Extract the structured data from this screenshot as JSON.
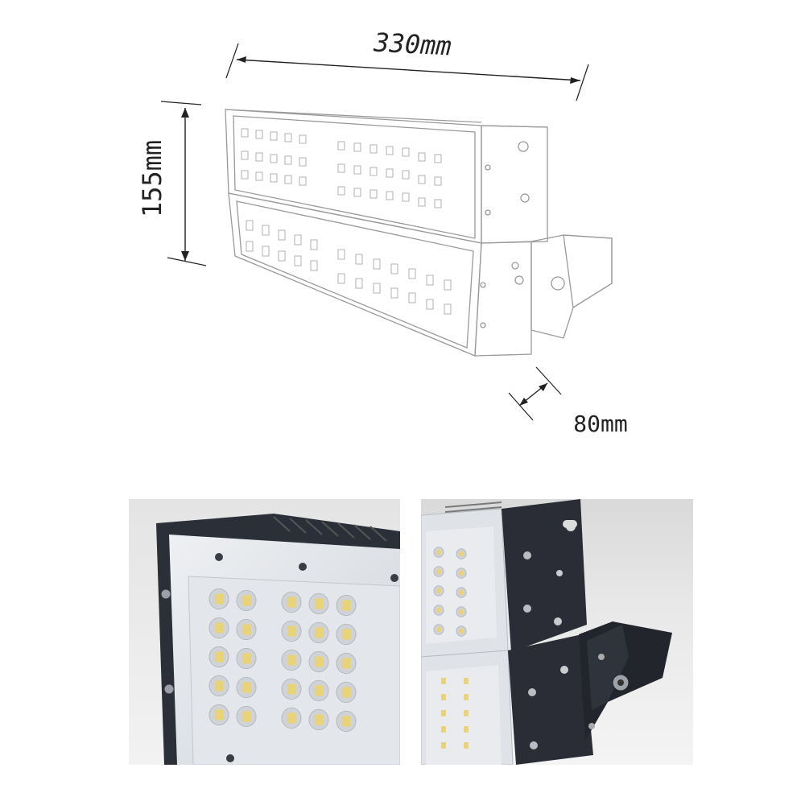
{
  "dimensions": {
    "width_label": "330mm",
    "height_label": "155mm",
    "depth_label": "80mm"
  },
  "photos": [
    {
      "subject": "front-module-closeup",
      "led_columns": 5,
      "led_rows": 5
    },
    {
      "subject": "side-bracket-view",
      "led_columns": 2,
      "led_rows": 5
    }
  ],
  "colors": {
    "line": "#222222",
    "sketch": "#9a9a9a",
    "housing": "#2b2f38",
    "lens": "#d9dde2",
    "led": "#e8d27a",
    "background_photo": "#e6e6e6"
  }
}
